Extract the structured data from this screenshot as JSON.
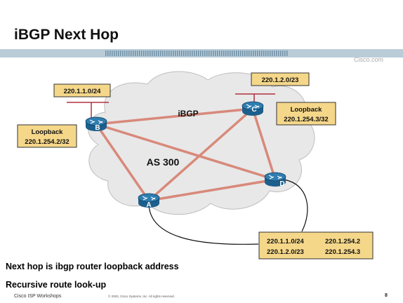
{
  "slide": {
    "title": "iBGP Next Hop",
    "brand": "Cisco.com",
    "colors": {
      "band": "#b9ccd8",
      "band_stripe": "#6f8fa6",
      "ibgp_link": "#d8897a",
      "label_fill": "#f5d78a",
      "cloud_fill": "#e8e8e8",
      "router_fill": "#2f7db0"
    }
  },
  "diagram": {
    "cloud_label": "iBGP",
    "as_label": "AS 300",
    "routers": [
      {
        "name": "B",
        "icon": "router-icon"
      },
      {
        "name": "C",
        "icon": "router-icon"
      },
      {
        "name": "D",
        "icon": "router-icon"
      },
      {
        "name": "A",
        "icon": "router-icon"
      }
    ],
    "prefixes": {
      "b": "220.1.1.0/24",
      "c": "220.1.2.0/23"
    },
    "loopbacks": {
      "b": {
        "title": "Loopback",
        "address": "220.1.254.2/32"
      },
      "c": {
        "title": "Loopback",
        "address": "220.1.254.3/32"
      }
    },
    "routing_table": [
      {
        "prefix": "220.1.1.0/24",
        "next_hop": "220.1.254.2"
      },
      {
        "prefix": "220.1.2.0/23",
        "next_hop": "220.1.254.3"
      }
    ]
  },
  "notes": [
    "Next hop is ibgp router loopback address",
    "Recursive route look-up"
  ],
  "footer": {
    "left": "Cisco ISP Workshops",
    "middle": "© 2003, Cisco Systems, Inc. All rights reserved.",
    "page": "8"
  }
}
